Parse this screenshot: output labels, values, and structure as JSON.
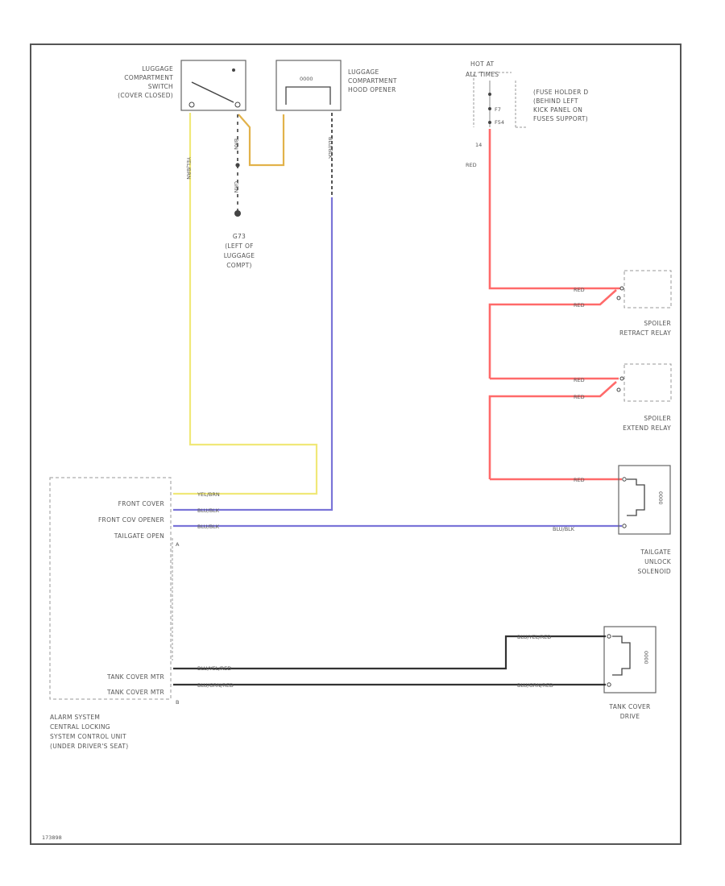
{
  "components": {
    "luggage_switch": [
      "LUGGAGE",
      "COMPARTMENT",
      "SWITCH",
      "(COVER CLOSED)"
    ],
    "hood_opener": [
      "LUGGAGE",
      "COMPARTMENT",
      "HOOD OPENER"
    ],
    "hood_opener_code": "0000",
    "hot_at": [
      "HOT AT",
      "ALL TIMES"
    ],
    "fuse_holder": [
      "(FUSE HOLDER D",
      "(BEHIND LEFT",
      "KICK PANEL ON",
      "FUSES SUPPORT)"
    ],
    "fuse_pin_a": "F7",
    "fuse_pin_b": "F54",
    "ground": [
      "G73",
      "(LEFT OF",
      "LUGGAGE",
      "COMPT)"
    ],
    "spoiler_retract": [
      "SPOILER",
      "RETRACT RELAY"
    ],
    "spoiler_extend": [
      "SPOILER",
      "EXTEND RELAY"
    ],
    "tailgate_solenoid": [
      "TAILGATE",
      "UNLOCK",
      "SOLENOID"
    ],
    "tank_cover_drive": [
      "TANK COVER",
      "DRIVE"
    ],
    "control_unit": [
      "ALARM SYSTEM",
      "CENTRAL LOCKING",
      "SYSTEM CONTROL UNIT",
      "(UNDER DRIVER'S SEAT)"
    ],
    "unit_pins": [
      "FRONT COVER",
      "FRONT COV OPENER",
      "TAILGATE OPEN",
      "TANK COVER MTR",
      "TANK COVER MTR"
    ],
    "connector_a": "A",
    "connector_b": "B",
    "motor_code": "0000"
  },
  "wires": {
    "yel": "YEL/BRN",
    "yel_short": "YEL/BRN",
    "blu": "BLU/BLK",
    "blu_blk": "BLU/BLK",
    "red": "RED",
    "red_pin": "14",
    "grn": "GRN",
    "brn": "BRN",
    "tank1": "BLU/YEL/RED",
    "tank2": "BLU/GRN/RED",
    "right_tank1": "BLU/YEL/RED",
    "right_tank2": "BLU/GRN/RED"
  },
  "footer_code": "173898",
  "colors": {
    "yellow_wire": "#f0e878",
    "blue_wire": "#7a74d8",
    "red_wire": "#ff6a6a",
    "black_wire": "#333333"
  }
}
